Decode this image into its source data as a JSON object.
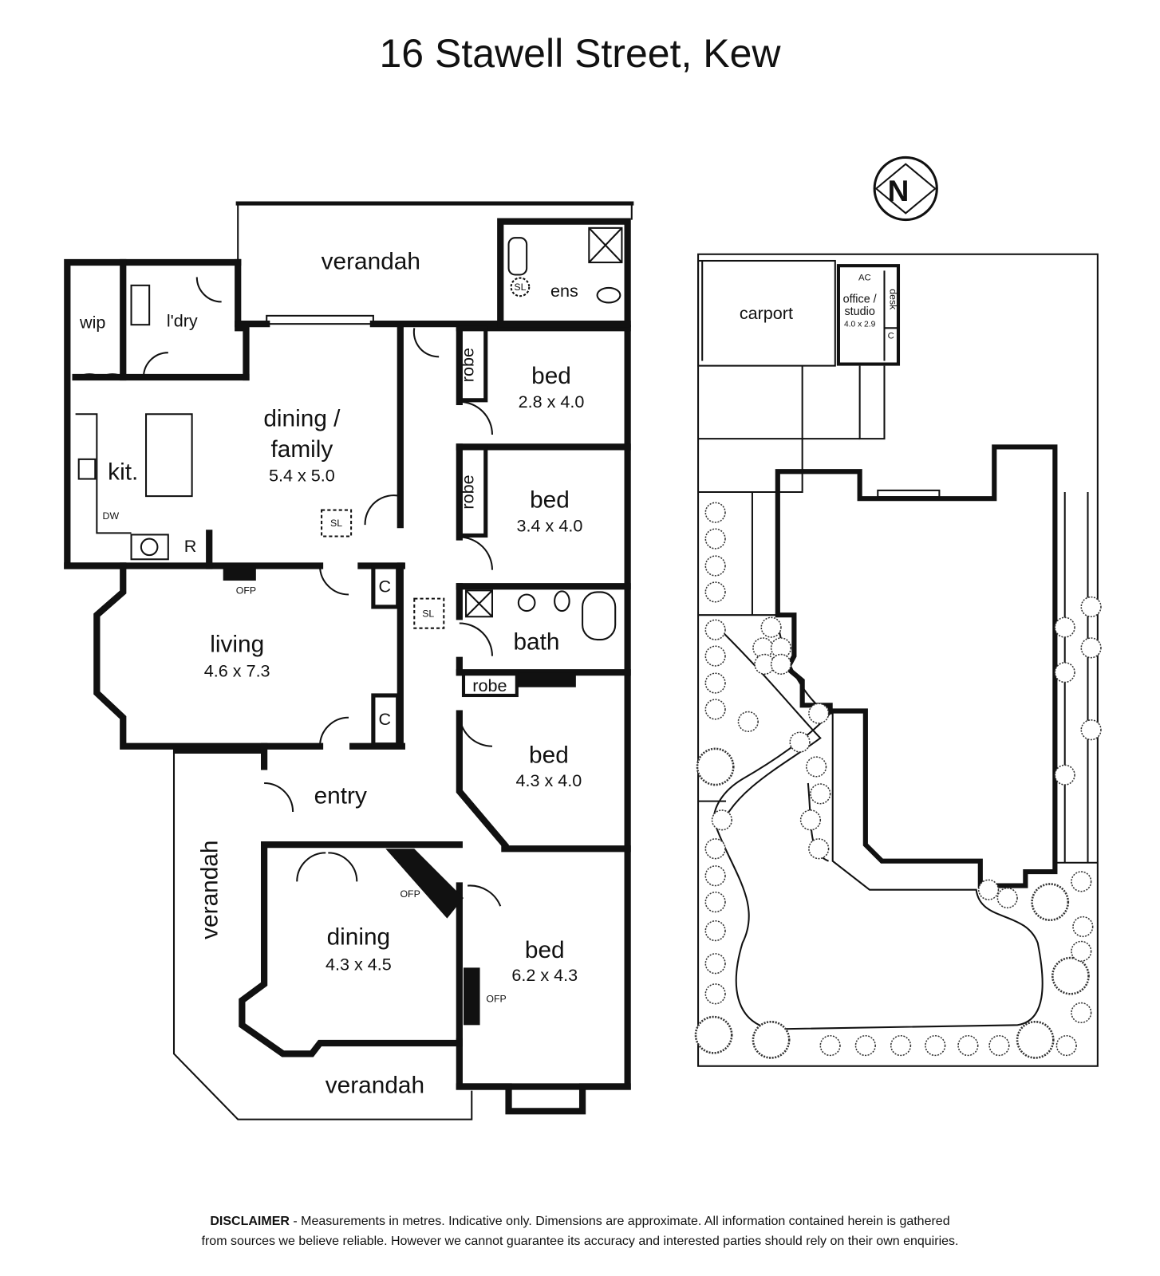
{
  "title": "16 Stawell Street, Kew",
  "disclaimer": {
    "label": "DISCLAIMER",
    "line1": " - Measurements in metres. Indicative only. Dimensions are approximate. All information contained herein is gathered",
    "line2": "from sources we believe reliable. However we cannot guarantee its accuracy and interested parties should rely on their own enquiries."
  },
  "compass": {
    "letter": "N"
  },
  "rooms": {
    "verandah_top": {
      "name": "verandah"
    },
    "wip": {
      "name": "wip"
    },
    "laundry": {
      "name": "l'dry"
    },
    "ensuite": {
      "name": "ens",
      "sl": "SL"
    },
    "kitchen": {
      "name": "kit.",
      "dw": "DW",
      "r": "R"
    },
    "dining_family": {
      "name1": "dining /",
      "name2": "family",
      "size": "5.4 x 5.0",
      "sl": "SL"
    },
    "bed1": {
      "name": "bed",
      "size": "2.8 x 4.0",
      "robe": "robe"
    },
    "bed2": {
      "name": "bed",
      "size": "3.4 x 4.0",
      "robe": "robe"
    },
    "bath": {
      "name": "bath"
    },
    "hall": {
      "sl": "SL",
      "c1": "C",
      "c2": "C"
    },
    "living": {
      "name": "living",
      "size": "4.6 x 7.3",
      "ofp": "OFP"
    },
    "bed3": {
      "name": "bed",
      "size": "4.3 x 4.0",
      "robe": "robe"
    },
    "entry": {
      "name": "entry"
    },
    "verandah_side": {
      "name": "verandah"
    },
    "dining": {
      "name": "dining",
      "size": "4.3 x 4.5",
      "ofp": "OFP"
    },
    "bed4": {
      "name": "bed",
      "size": "6.2 x 4.3",
      "ofp": "OFP"
    },
    "verandah_front": {
      "name": "verandah"
    }
  },
  "site": {
    "carport": "carport",
    "office": {
      "name1": "office /",
      "name2": "studio",
      "size": "4.0 x 2.9",
      "ac": "AC",
      "desk": "desk",
      "c": "C"
    }
  }
}
